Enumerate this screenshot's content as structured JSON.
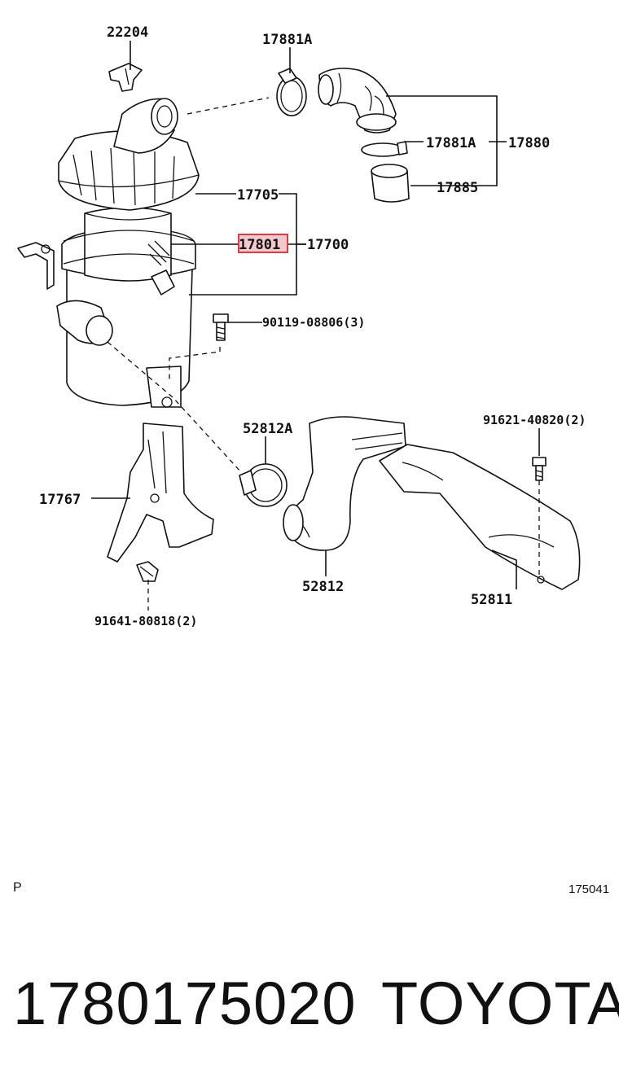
{
  "callouts": {
    "c22204": "22204",
    "c17881A_top": "17881A",
    "c17881A_mid": "17881A",
    "c17880": "17880",
    "c17885": "17885",
    "c17705": "17705",
    "c17801": "17801",
    "c17700": "17700",
    "c90119": "90119-08806(3)",
    "c52812A": "52812A",
    "c91621": "91621-40820(2)",
    "c17767": "17767",
    "c52812": "52812",
    "c52811": "52811",
    "c91641": "91641-80818(2)"
  },
  "footer": {
    "left_code": "P",
    "right_code": "175041",
    "part_number": "1780175020",
    "brand": "TOYOTA"
  },
  "highlight_color": "#e03a44"
}
